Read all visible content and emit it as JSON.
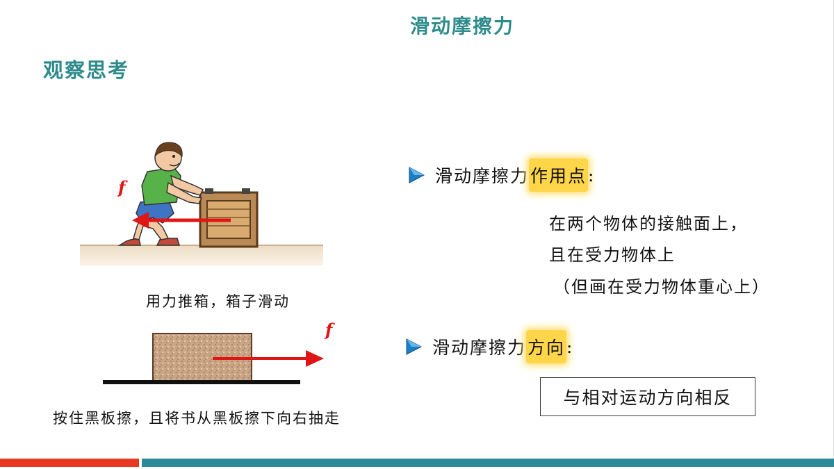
{
  "header": {
    "title": "滑动摩擦力",
    "section": "观察思考"
  },
  "colors": {
    "teal": "#2b8a9a",
    "heading": "#2e8b8b",
    "red": "#e8381f",
    "highlight": "#ffd54a",
    "arrow": "#e01515",
    "bullet_blue": "#1a7fc7"
  },
  "icons": {
    "bullet": "triangle-bullet-icon"
  },
  "left": {
    "scene1": {
      "force_label": "f",
      "caption": "用力推箱，箱子滑动"
    },
    "scene2": {
      "force_label": "f",
      "caption": "按住黑板擦，且将书从黑板擦下向右抽走"
    }
  },
  "right": {
    "point1": {
      "prefix": "滑动摩擦力",
      "highlight": "作用点",
      "suffix": ":",
      "lines": [
        "在两个物体的接触面上，",
        "且在受力物体上",
        "（但画在受力物体重心上）"
      ]
    },
    "point2": {
      "prefix": "滑动摩擦力",
      "highlight": "方向",
      "suffix": ":",
      "answer": "与相对运动方向相反"
    }
  }
}
